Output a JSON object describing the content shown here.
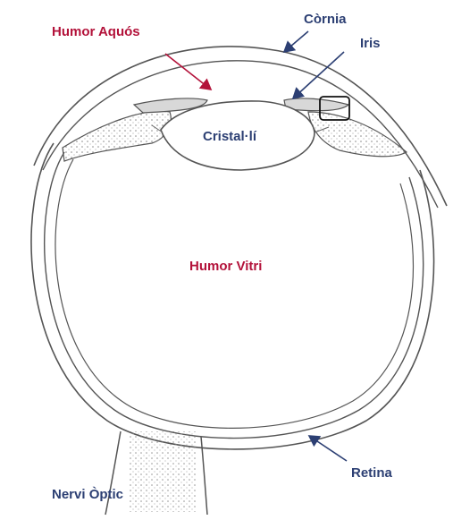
{
  "labels": {
    "cornia": "Còrnia",
    "iris": "Iris",
    "humor_aquos": "Humor Aquós",
    "cristalli": "Cristal·lí",
    "humor_vitri": "Humor Vitri",
    "retina": "Retina",
    "nervi_optic": "Nervi Òptic"
  },
  "colors": {
    "label_red": "#b3123a",
    "label_blue": "#2c3f73",
    "outline": "#555555",
    "arrow_red": "#b3123a",
    "arrow_blue": "#2c3f73"
  }
}
